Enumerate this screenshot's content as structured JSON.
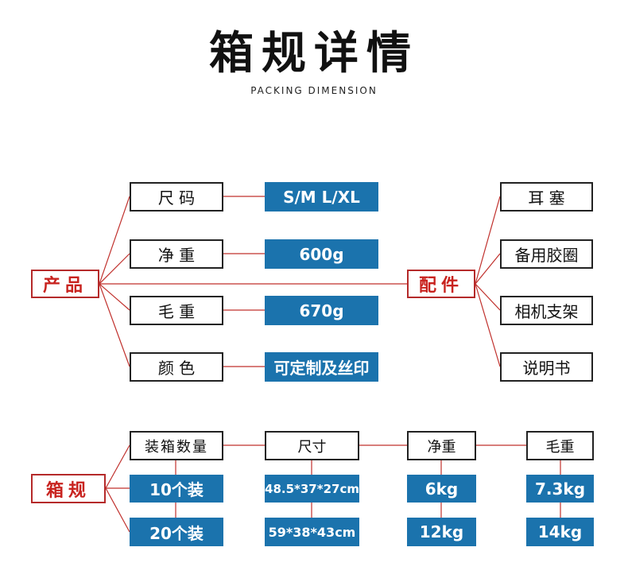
{
  "header": {
    "title": "箱规详情",
    "subtitle": "PACKING DIMENSION"
  },
  "product": {
    "label": "产品",
    "rows": [
      {
        "name": "尺 码",
        "value": "S/M  L/XL"
      },
      {
        "name": "净 重",
        "value": "600g"
      },
      {
        "name": "毛 重",
        "value": "670g"
      },
      {
        "name": "颜 色",
        "value": "可定制及丝印"
      }
    ]
  },
  "accessories": {
    "label": "配件",
    "items": [
      "耳 塞",
      "备用胶圈",
      "相机支架",
      "说明书"
    ]
  },
  "carton": {
    "label": "箱规",
    "headers": [
      "装箱数量",
      "尺寸",
      "净重",
      "毛重"
    ],
    "rows": [
      [
        "10个装",
        "48.5*37*27cm",
        "6kg",
        "7.3kg"
      ],
      [
        "20个装",
        "59*38*43cm",
        "12kg",
        "14kg"
      ]
    ]
  },
  "colors": {
    "accent_red": "#c8231f",
    "accent_blue": "#1b73ad"
  }
}
